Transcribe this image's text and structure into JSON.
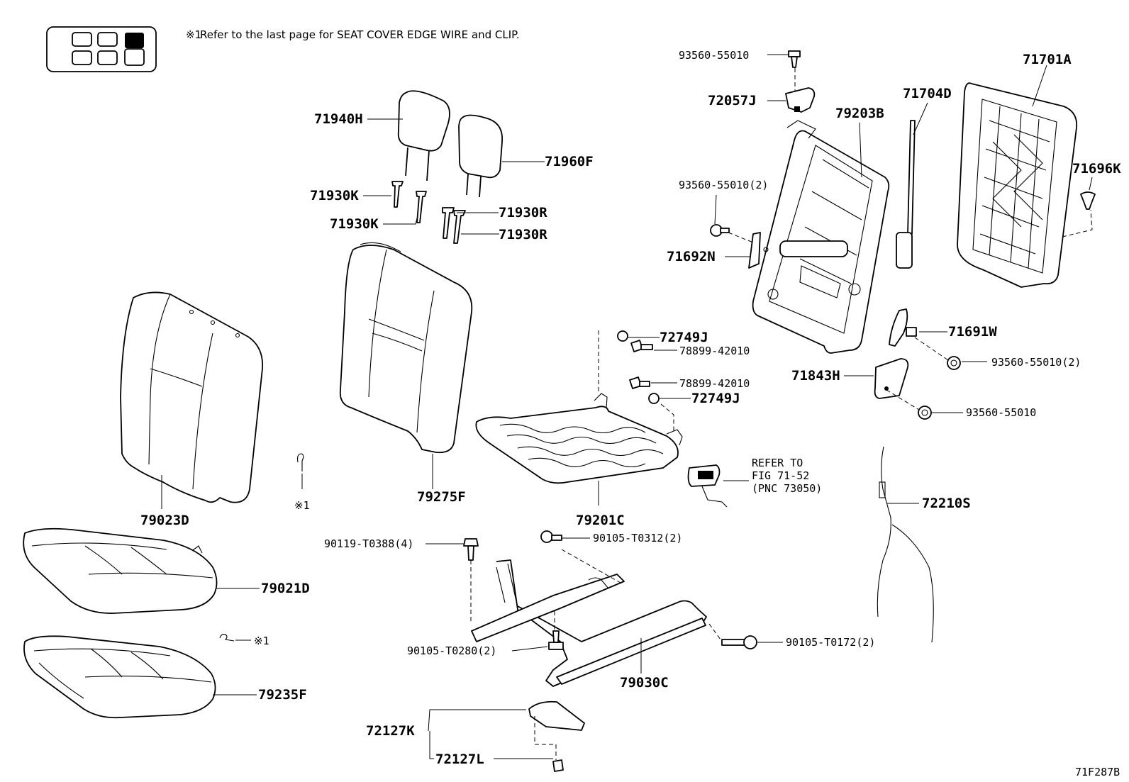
{
  "note": {
    "marker": "※1",
    "text": "Refer to the last page for SEAT COVER EDGE WIRE and CLIP."
  },
  "diagram_code": "71F287B",
  "seat_key": {
    "icon": "seat-position-grid-icon",
    "highlight_color": "#000000"
  },
  "refer": {
    "line1": "REFER TO",
    "line2": "FIG 71-52",
    "line3": "(PNC 73050)"
  },
  "callouts": {
    "c01": "93560-55010",
    "c02": "71701A",
    "c03": "72057J",
    "c04": "79203B",
    "c05": "71704D",
    "c06": "71940H",
    "c07": "71960F",
    "c08": "71696K",
    "c09": "93560-55010(2)",
    "c10": "71930K",
    "c11": "71930R",
    "c12": "71930K",
    "c13": "71930R",
    "c14": "71692N",
    "c15": "72749J",
    "c16": "78899-42010",
    "c17": "71691W",
    "c18": "93560-55010(2)",
    "c19": "71843H",
    "c20": "78899-42010",
    "c21": "72749J",
    "c22": "93560-55010",
    "c23": "79275F",
    "c24": "79023D",
    "c25": "※1",
    "c26": "79201C",
    "c27": "72210S",
    "c28": "90119-T0388(4)",
    "c29": "90105-T0312(2)",
    "c30": "79021D",
    "c31": "※1",
    "c32": "90105-T0280(2)",
    "c33": "79030C",
    "c34": "90105-T0172(2)",
    "c35": "79235F",
    "c36": "72127K",
    "c37": "72127L"
  }
}
